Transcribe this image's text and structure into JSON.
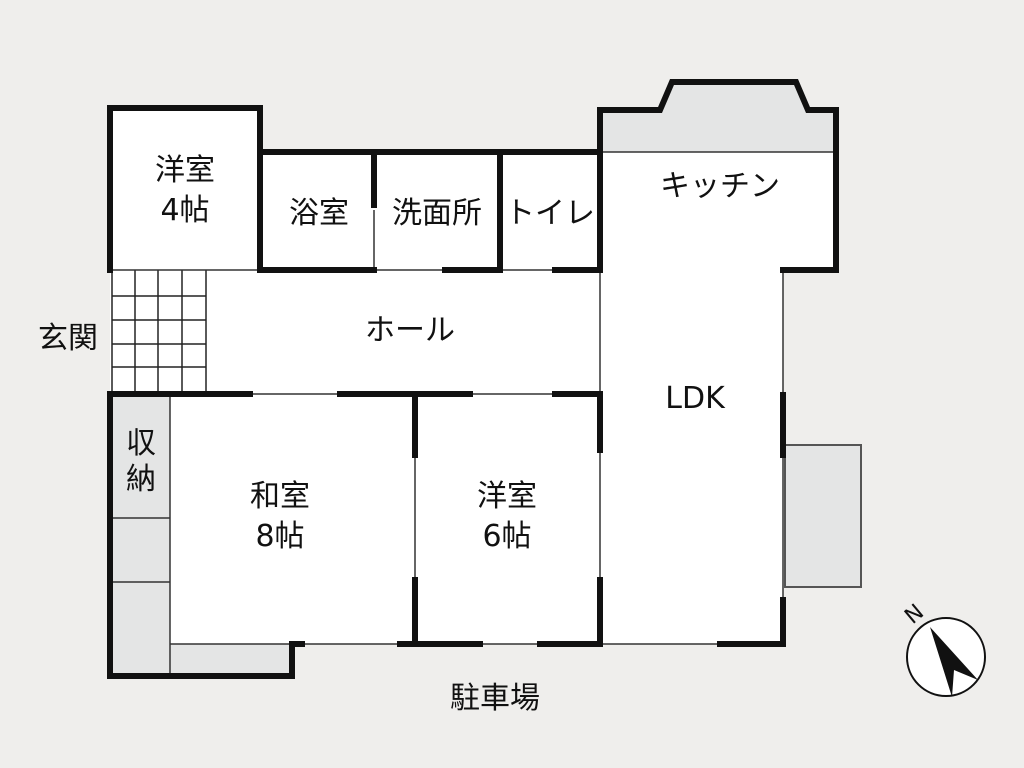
{
  "colors": {
    "background": "#efeeec",
    "floor": "#ffffff",
    "storage_fill": "#e4e5e5",
    "wall": "#111111"
  },
  "rooms": {
    "western_room_4": {
      "name": "洋室",
      "size": "4帖"
    },
    "bathroom": {
      "name": "浴室"
    },
    "washroom": {
      "name": "洗面所"
    },
    "toilet": {
      "name": "トイレ"
    },
    "kitchen": {
      "name": "キッチン"
    },
    "hall": {
      "name": "ホール"
    },
    "entrance": {
      "name": "玄関"
    },
    "storage": {
      "name": "収納"
    },
    "japanese_room_8": {
      "name": "和室",
      "size": "8帖"
    },
    "western_room_6": {
      "name": "洋室",
      "size": "6帖"
    },
    "ldk": {
      "name": "LDK"
    }
  },
  "outside": {
    "parking": "駐車場"
  },
  "compass": {
    "label": "N",
    "icon": "north-arrow-icon"
  }
}
